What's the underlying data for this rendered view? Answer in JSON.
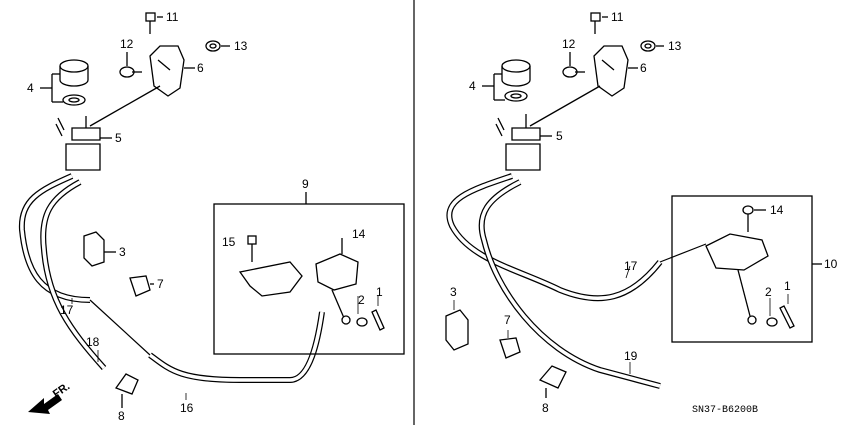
{
  "diagram": {
    "code": "SN37-B6200B",
    "direction_label": "FR.",
    "left_callouts": [
      "11",
      "12",
      "13",
      "6",
      "4",
      "5",
      "9",
      "3",
      "7",
      "15",
      "14",
      "17",
      "2",
      "1",
      "18",
      "16",
      "8"
    ],
    "right_callouts": [
      "11",
      "12",
      "13",
      "6",
      "4",
      "5",
      "14",
      "17",
      "10",
      "3",
      "7",
      "2",
      "1",
      "19",
      "8"
    ]
  }
}
